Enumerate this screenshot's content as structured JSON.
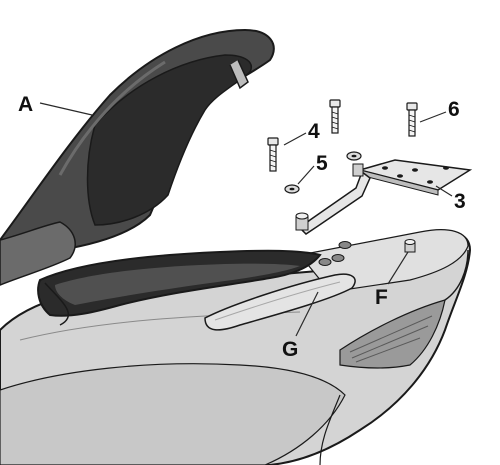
{
  "callouts": {
    "A": "A",
    "n4": "4",
    "n5": "5",
    "n6": "6",
    "n3": "3",
    "F": "F",
    "G": "G"
  },
  "colors": {
    "seat_dark": "#4a4a4a",
    "seat_mid": "#6b6b6b",
    "seat_inner": "#2b2b2b",
    "body_light": "#d4d4d4",
    "body_shadow": "#b2b2b2",
    "bracket": "#e6e6e6",
    "outline": "#1a1a1a"
  }
}
